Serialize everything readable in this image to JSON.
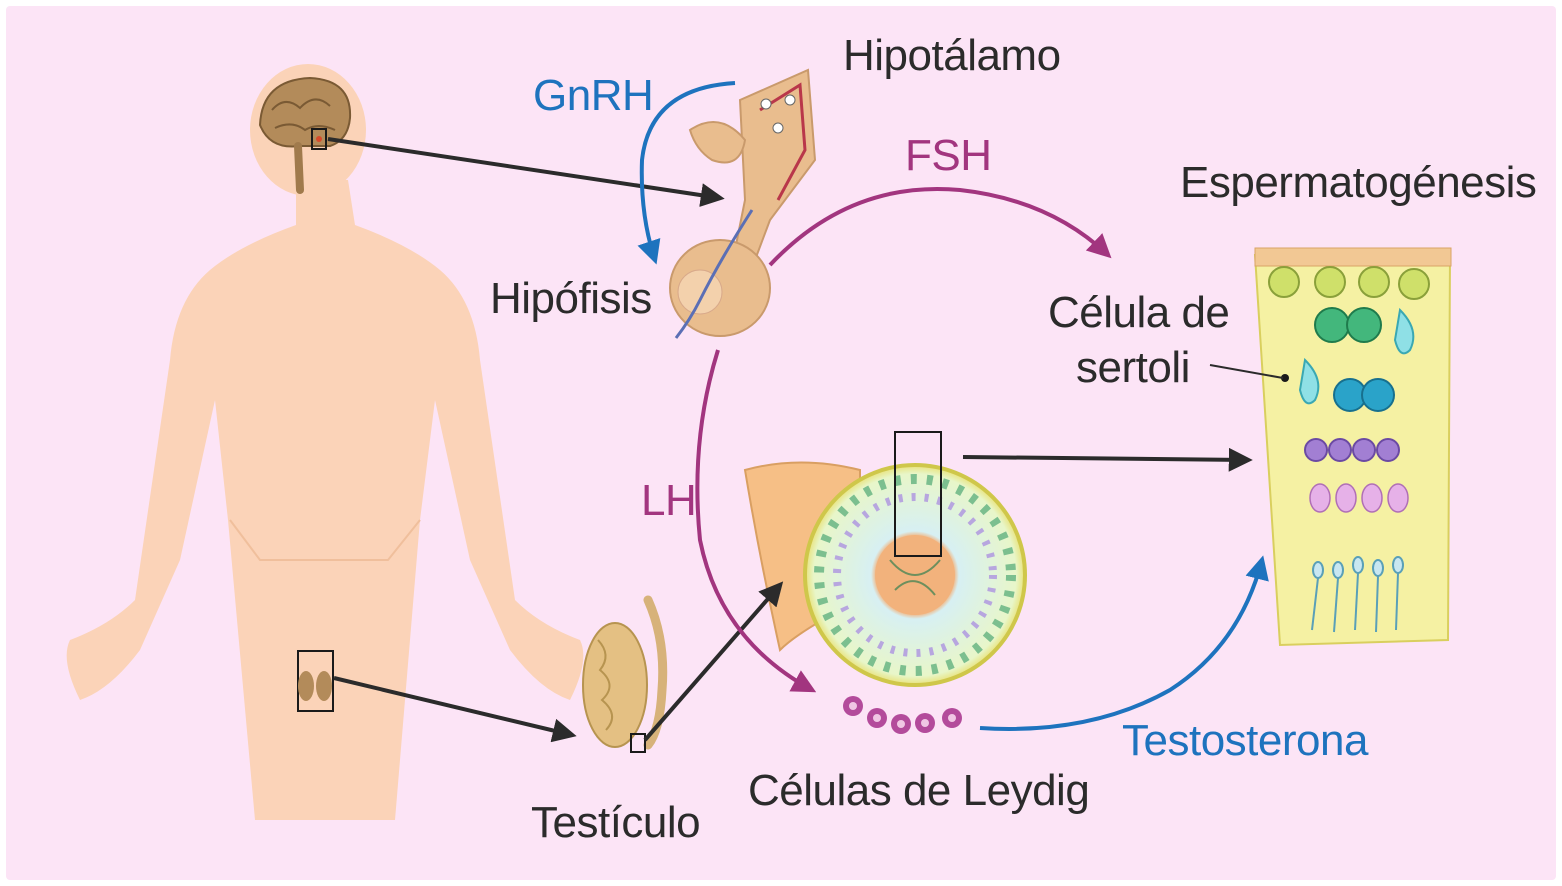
{
  "labels": {
    "hipotalamo": "Hipotálamo",
    "gnrh": "GnRH",
    "fsh": "FSH",
    "espermatogenesis": "Espermatogénesis",
    "hipofisis": "Hipófisis",
    "celula_sertoli_line1": "Célula de",
    "celula_sertoli_line2": "sertoli",
    "lh": "LH",
    "testosterona": "Testosterona",
    "celulas_leydig": "Células de Leydig",
    "testiculo": "Testículo"
  },
  "colors": {
    "background": "#fce4f6",
    "body": "#fbd3b8",
    "magenta_arrow": "#a2357f",
    "blue_arrow": "#1e73be",
    "black_arrow": "#2b2b2b",
    "label_text": "#2b2b2b"
  }
}
